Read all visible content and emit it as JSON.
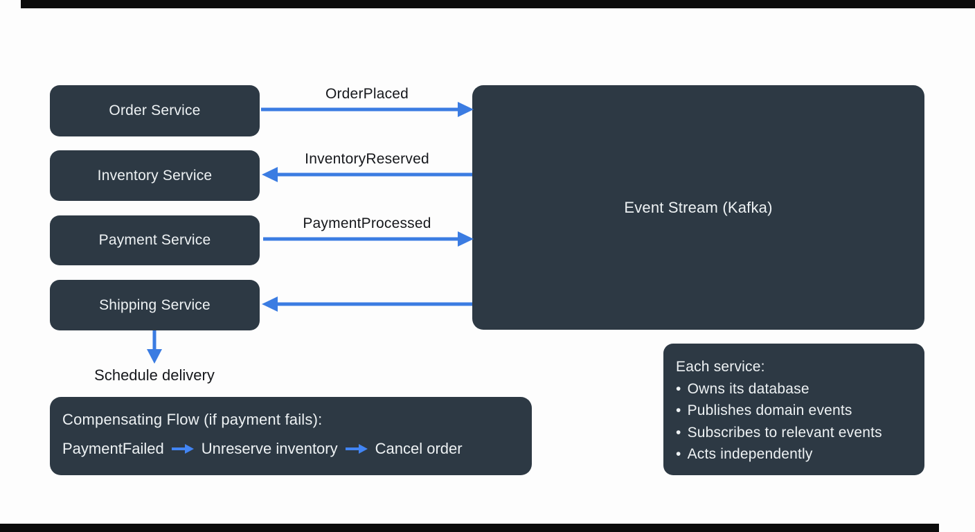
{
  "colors": {
    "box_bg": "#2d3944",
    "box_text": "#eef2f4",
    "arrow_blue": "#3b7ce2",
    "inline_arrow_blue": "#4285f4",
    "label_text": "#16181c"
  },
  "services": [
    {
      "label": "Order Service"
    },
    {
      "label": "Inventory Service"
    },
    {
      "label": "Payment Service"
    },
    {
      "label": "Shipping Service"
    }
  ],
  "event_stream": {
    "label": "Event Stream (Kafka)"
  },
  "flows": [
    {
      "event": "OrderPlaced",
      "direction": "service-to-stream"
    },
    {
      "event": "InventoryReserved",
      "direction": "stream-to-service"
    },
    {
      "event": "PaymentProcessed",
      "direction": "service-to-stream"
    },
    {
      "event": "",
      "direction": "stream-to-service"
    }
  ],
  "shipping_action": {
    "label": "Schedule delivery"
  },
  "compensating_flow": {
    "title": "Compensating Flow (if payment fails):",
    "steps": [
      "PaymentFailed",
      "Unreserve inventory",
      "Cancel order"
    ]
  },
  "service_principles": {
    "title": "Each service:",
    "bullet": "•",
    "items": [
      "Owns its database",
      "Publishes domain events",
      "Subscribes to relevant events",
      "Acts independently"
    ]
  }
}
